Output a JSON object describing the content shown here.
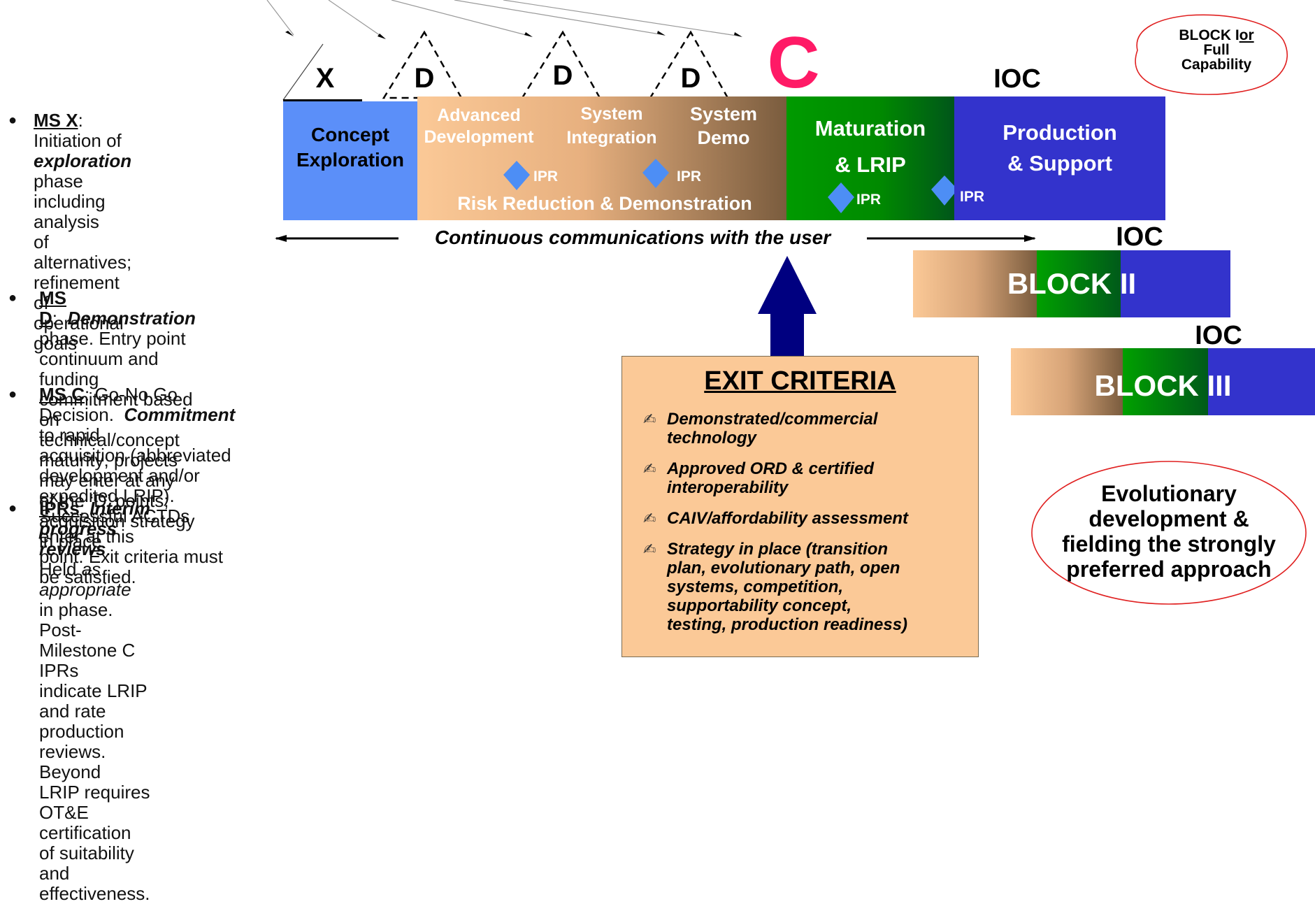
{
  "milestones": {
    "x": "X",
    "d1": "D",
    "d2": "D",
    "d3": "D",
    "c": "C",
    "ioc1": "IOC",
    "ioc2": "IOC",
    "ioc3": "IOC"
  },
  "block_oval": {
    "line1a": "BLOCK I",
    "line1b": "or",
    "line2": "Full",
    "line3": "Capability"
  },
  "phases": {
    "concept": [
      "Concept",
      "Exploration"
    ],
    "advanced": [
      "Advanced",
      "Development"
    ],
    "integration": [
      "System",
      "Integration"
    ],
    "demo": [
      "System",
      "Demo"
    ],
    "risk": "Risk Reduction & Demonstration",
    "maturation": [
      "Maturation",
      "& LRIP"
    ],
    "production": [
      "Production",
      "& Support"
    ]
  },
  "ipr_label": "IPR",
  "continuous": "Continuous communications with the user",
  "blocks": {
    "block2": "BLOCK II",
    "block3": "BLOCK III"
  },
  "bullets": {
    "x": {
      "label": "MS X",
      "sep": ": Initiation of",
      "lines": [
        "exploration",
        " phase",
        "including analysis",
        "of alternatives;",
        "refinement of",
        "operational goals"
      ]
    },
    "d": {
      "label": "MS D",
      "sep": ":",
      "emph": "Demonstration",
      "line1": " phase.  Entry point",
      "line2": "continuum and funding commitment based on",
      "line3": "technical/concept maturity; projects may enter at any",
      "line4": "of the ‘D’ points; acquisition strategy in place"
    },
    "c": {
      "label": "MS C",
      "sep": ": Go-No Go Decision.",
      "emph": "Commitment",
      "line1": " to rapid",
      "line2": "acquisition (abbreviated development and/or",
      "line3": "expedited LRIP).  Successful ACTDs enter at this",
      "line4": "point.  Exit criteria must be satisfied."
    },
    "ipr": {
      "label": "IPRs",
      "sep": ":",
      "emph": "Interim progress reviews",
      "line1a": ".  Held ",
      "line1b": "as",
      "line2a": "appropriate",
      "line2b": " in phase.  Post-Milestone C IPRs",
      "line3": "indicate LRIP and rate production reviews. Beyond",
      "line4": "LRIP requires OT&E certification of suitability and",
      "line5": "effectiveness."
    }
  },
  "exit": {
    "title": "EXIT CRITERIA",
    "items": [
      [
        "Demonstrated/commercial",
        "technology"
      ],
      [
        "Approved ORD & certified",
        "interoperability"
      ],
      [
        "CAIV/affordability assessment"
      ],
      [
        "Strategy in place (transition",
        "plan, evolutionary path, open",
        "systems, competition,",
        "supportability concept,",
        "testing, production readiness)"
      ]
    ]
  },
  "evolution_oval": [
    "Evolutionary",
    "development &",
    "fielding the strongly",
    "preferred approach"
  ],
  "colors": {
    "concept_blue": "#5b8ff9",
    "tan": "#fbc997",
    "brown": "#7a5c3e",
    "green": "#00a000",
    "dark_green": "#005a1a",
    "navy": "#3333cc",
    "magenta": "#ff1a66",
    "arrow_navy": "#000080",
    "exit_bg": "#fbc997",
    "oval_red": "#e02020"
  }
}
